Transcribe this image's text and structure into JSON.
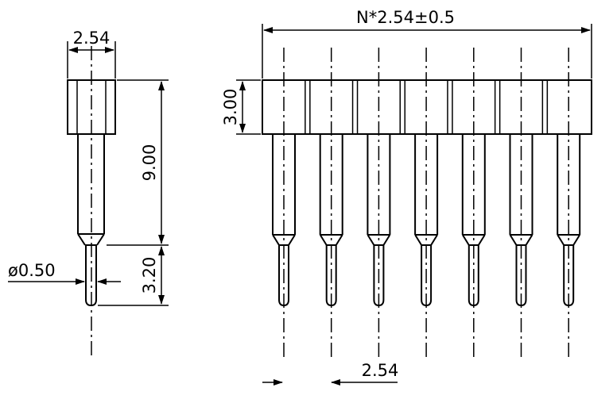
{
  "dimensions": {
    "side_width": "2.54",
    "body_height": "9.00",
    "tail_height": "3.20",
    "tail_diameter": "ø0.50",
    "header_height": "3.00",
    "total_length": "N*2.54±0.5",
    "pitch": "2.54"
  },
  "front_view": {
    "pin_count": 7
  }
}
